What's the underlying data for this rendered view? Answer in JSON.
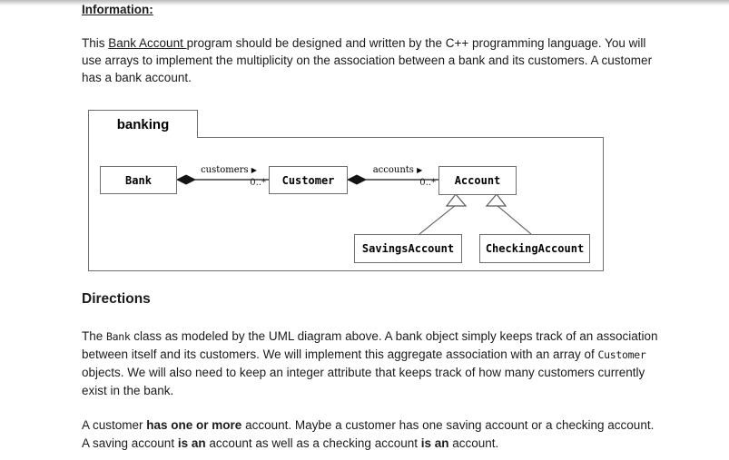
{
  "header": {
    "info_heading": "Information:",
    "directions_heading": "Directions"
  },
  "intro": {
    "seg1": "This ",
    "underlined": "Bank Account ",
    "seg2": "program should be designed and written by the C++ programming language. You will use arrays to implement the multiplicity on the association between a bank and its customers. A customer has a bank account."
  },
  "diagram": {
    "package_label": "banking",
    "classes": {
      "bank": "Bank",
      "customer": "Customer",
      "account": "Account",
      "savings": "SavingsAccount",
      "checking": "CheckingAccount"
    },
    "labels": {
      "customers": "customers",
      "accounts": "accounts",
      "arrow_glyph": "▶",
      "customers_multiplicity": "0..*",
      "accounts_multiplicity": "0..*"
    },
    "colors": {
      "box_border": "#6f6f6f",
      "line": "#141414"
    }
  },
  "directions_p1": {
    "seg1": "The ",
    "code1": "Bank",
    "seg2": " class as modeled by the UML diagram above. A bank object simply keeps track of an association between itself and its customers. We will implement this aggregate association with an array of ",
    "code2": "Customer",
    "seg3": " objects. We will also need to keep an integer attribute that keeps track of how many customers currently exist in the bank."
  },
  "directions_p2": {
    "seg1": "A customer ",
    "bold1": "has one or more",
    "seg2": " account. Maybe a customer has one saving account or a checking account. A saving account ",
    "bold2": "is an",
    "seg3": " account as well as a checking account ",
    "bold3": "is an",
    "seg4": " account."
  }
}
